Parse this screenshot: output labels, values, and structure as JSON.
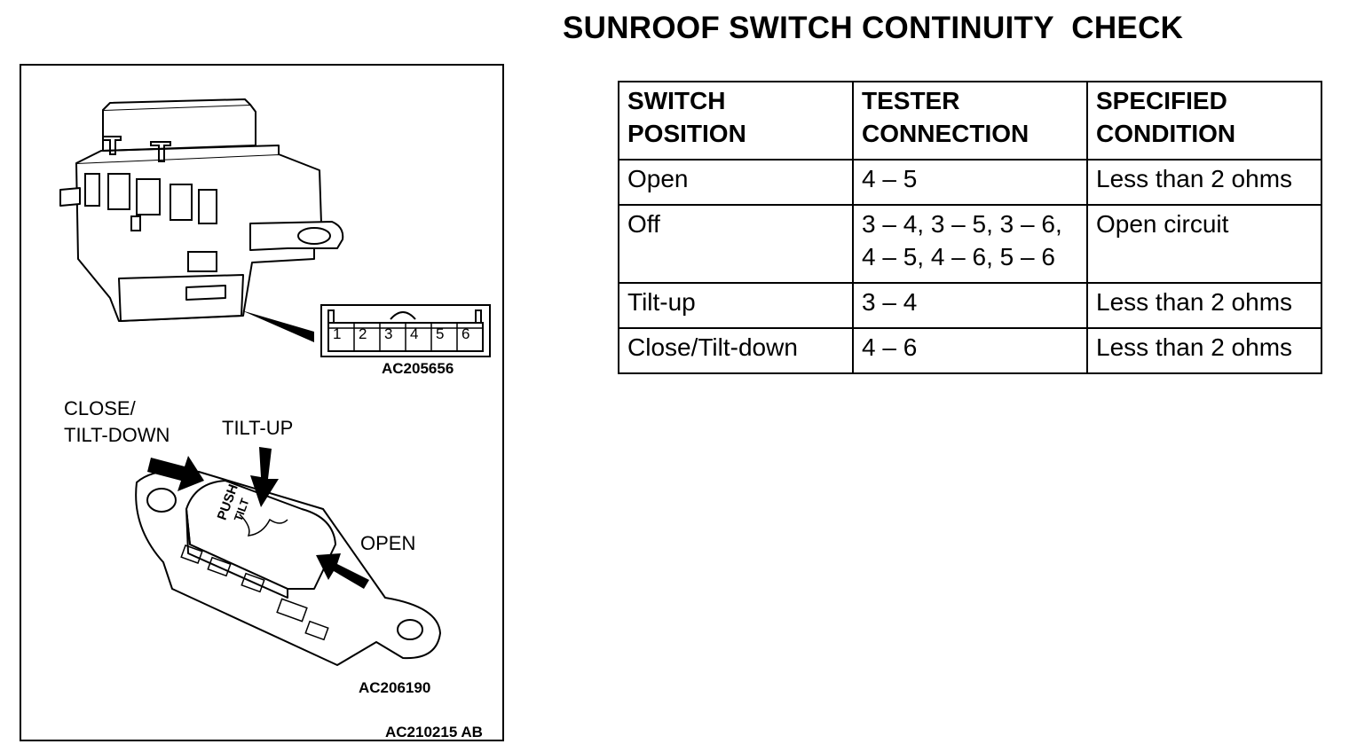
{
  "title": "SUNROOF SWITCH CONTINUITY  CHECK",
  "figure": {
    "connector_pins": [
      "1",
      "2",
      "3",
      "4",
      "5",
      "6"
    ],
    "code_top": "AC205656",
    "label_close": "CLOSE/",
    "label_tilt_down": "TILT-DOWN",
    "label_tilt_up": "TILT-UP",
    "label_open": "OPEN",
    "knob_text_push": "PUSH",
    "knob_text_tilt": "TILT",
    "code_bottom": "AC206190",
    "code_frame": "AC210215 AB"
  },
  "table": {
    "headers": [
      [
        "SWITCH",
        "POSITION"
      ],
      [
        "TESTER",
        "CONNECTION"
      ],
      [
        "SPECIFIED",
        "CONDITION"
      ]
    ],
    "rows": [
      {
        "position": "Open",
        "connection": [
          "4 – 5"
        ],
        "condition": "Less than 2 ohms"
      },
      {
        "position": "Off",
        "connection": [
          "3 – 4, 3 – 5, 3 – 6,",
          "4 – 5, 4 – 6, 5 – 6"
        ],
        "condition": "Open circuit"
      },
      {
        "position": "Tilt-up",
        "connection": [
          "3 – 4"
        ],
        "condition": "Less than 2 ohms"
      },
      {
        "position": "Close/Tilt-down",
        "connection": [
          "4 – 6"
        ],
        "condition": "Less than 2 ohms"
      }
    ]
  }
}
